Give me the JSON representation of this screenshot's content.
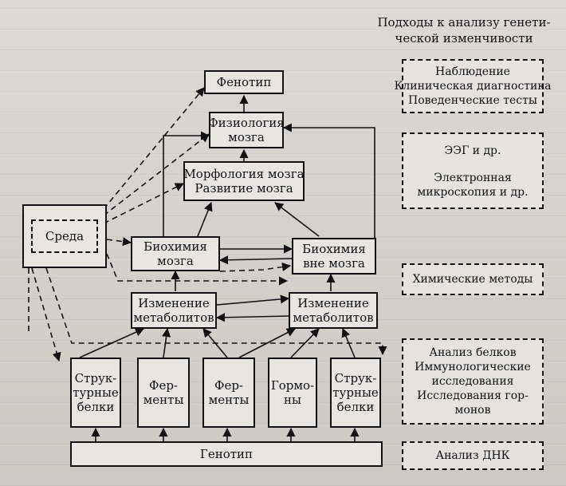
{
  "title": [
    "Подходы к анализу генети-",
    "ческой изменчивости"
  ],
  "nodes": {
    "phenotype": [
      "Фенотип"
    ],
    "brain_physiology": [
      "Физиология",
      "мозга"
    ],
    "brain_morphology": [
      "Морфология мозга",
      "Развитие мозга"
    ],
    "environment": [
      "Среда"
    ],
    "brain_biochem": [
      "Биохимия",
      "мозга"
    ],
    "extra_biochem": [
      "Биохимия",
      "вне мозга"
    ],
    "metab_left": [
      "Изменение",
      "метаболитов"
    ],
    "metab_right": [
      "Изменение",
      "метаболитов"
    ],
    "struct_proteins_1": [
      "Струк-",
      "турные",
      "белки"
    ],
    "enzymes_1": [
      "Фер-",
      "менты"
    ],
    "enzymes_2": [
      "Фер-",
      "менты"
    ],
    "hormones": [
      "Гормо-",
      "ны"
    ],
    "struct_proteins_2": [
      "Струк-",
      "турные",
      "белки"
    ],
    "genotype": [
      "Генотип"
    ]
  },
  "approaches": {
    "observation": [
      "Наблюдение",
      "Клиническая диагностика",
      "Поведенческие тесты"
    ],
    "eeg_microscopy": [
      "ЭЭГ и др.",
      "Электронная",
      "микроскопия и др."
    ],
    "chemical": [
      "Химические методы"
    ],
    "proteins": [
      "Анализ белков",
      "Иммунологические",
      "исследования",
      "Исследования гор-",
      "монов"
    ],
    "dna": [
      "Анализ ДНК"
    ]
  }
}
